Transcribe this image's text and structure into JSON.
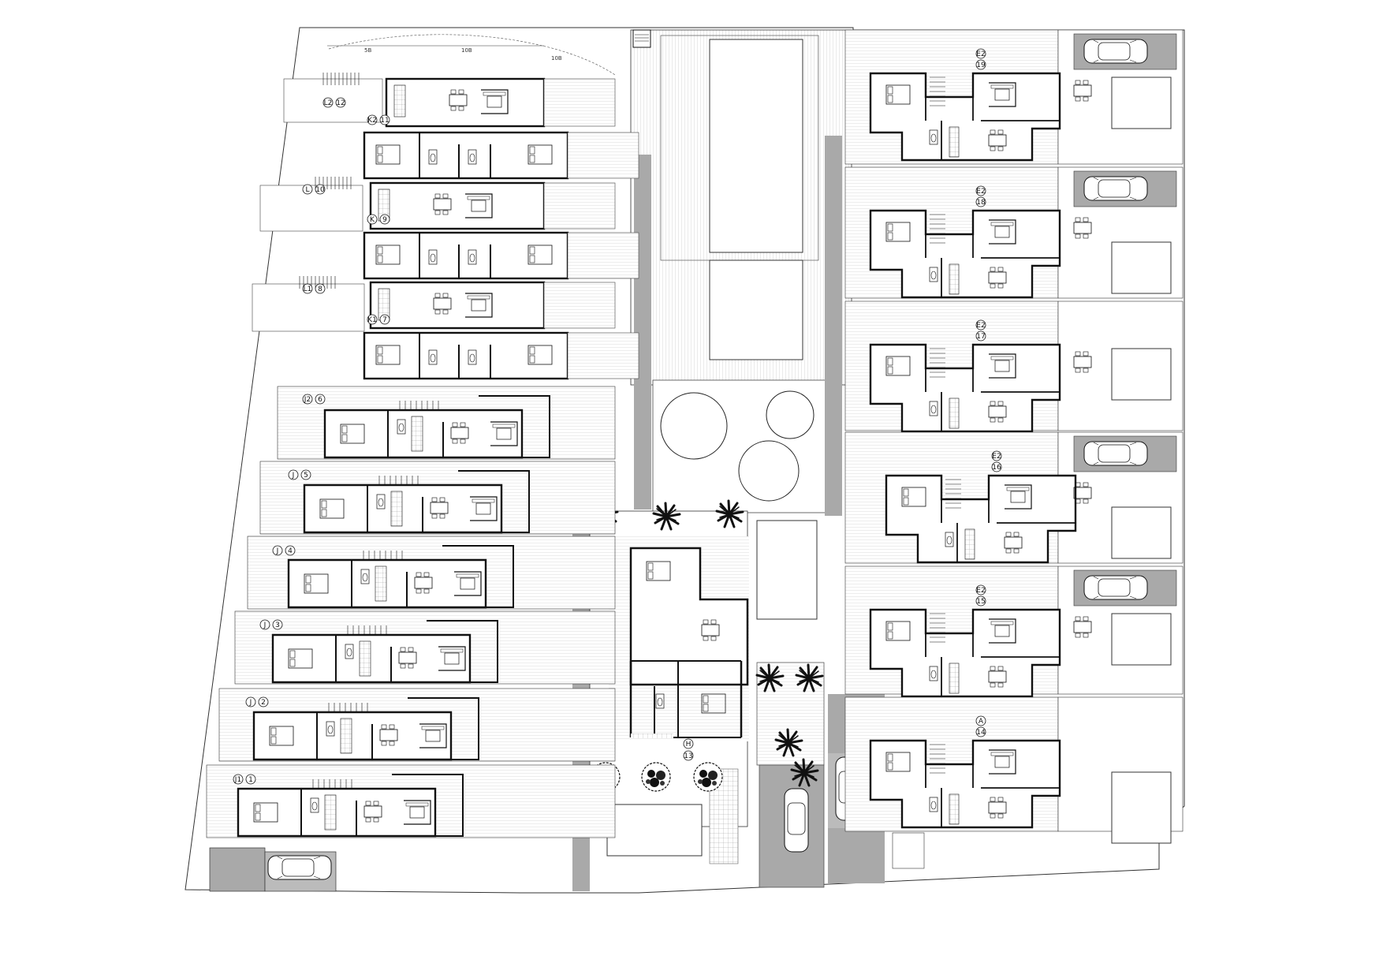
{
  "drawing": {
    "type": "site-floor-plan",
    "stroke_color": "#111111",
    "gray_fill": "#a9a9a9",
    "light_gray_fill": "#c8c8c8",
    "dimension_labels": [
      "5B",
      "10B",
      "10B"
    ],
    "units_left": [
      {
        "type": "L2",
        "num": "12"
      },
      {
        "type": "K2",
        "num": "11"
      },
      {
        "type": "L",
        "num": "10"
      },
      {
        "type": "K",
        "num": "9"
      },
      {
        "type": "L1",
        "num": "8"
      },
      {
        "type": "K1",
        "num": "7"
      },
      {
        "type": "J2",
        "num": "6"
      },
      {
        "type": "J",
        "num": "5"
      },
      {
        "type": "J",
        "num": "4"
      },
      {
        "type": "J",
        "num": "3"
      },
      {
        "type": "J",
        "num": "2"
      },
      {
        "type": "J1",
        "num": "1"
      }
    ],
    "units_center": [
      {
        "type": "H",
        "num": "13"
      }
    ],
    "units_right": [
      {
        "type": "E2",
        "num": "19"
      },
      {
        "type": "E2",
        "num": "18"
      },
      {
        "type": "E2",
        "num": "17"
      },
      {
        "type": "E2",
        "num": "16"
      },
      {
        "type": "E2",
        "num": "15"
      },
      {
        "type": "A",
        "num": "14"
      }
    ]
  }
}
